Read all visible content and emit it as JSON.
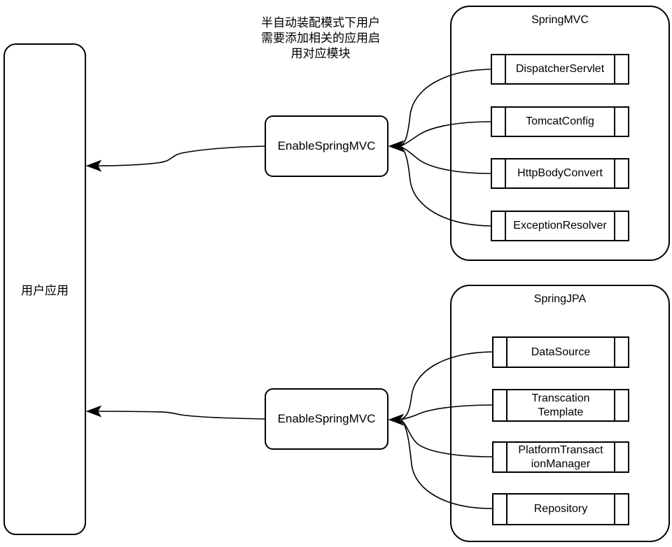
{
  "diagram": {
    "user_app": {
      "label": "用户应用"
    },
    "annotation": "半自动装配模式下用户\n需要添加相关的应用启\n用对应模块",
    "enable_mvc": {
      "label": "EnableSpringMVC"
    },
    "enable_jpa": {
      "label": "EnableSpringMVC"
    },
    "spring_mvc": {
      "title": "SpringMVC",
      "components": [
        {
          "label": "DispatcherServlet"
        },
        {
          "label": "TomcatConfig"
        },
        {
          "label": "HttpBodyConvert"
        },
        {
          "label": "ExceptionResolver"
        }
      ]
    },
    "spring_jpa": {
      "title": "SpringJPA",
      "components": [
        {
          "label": "DataSource"
        },
        {
          "label": "Transcation\nTemplate"
        },
        {
          "label": "PlatformTransact\nionManager"
        },
        {
          "label": "Repository"
        }
      ]
    },
    "colors": {
      "stroke": "#000000",
      "fill": "#ffffff",
      "background": "#ffffff"
    }
  }
}
